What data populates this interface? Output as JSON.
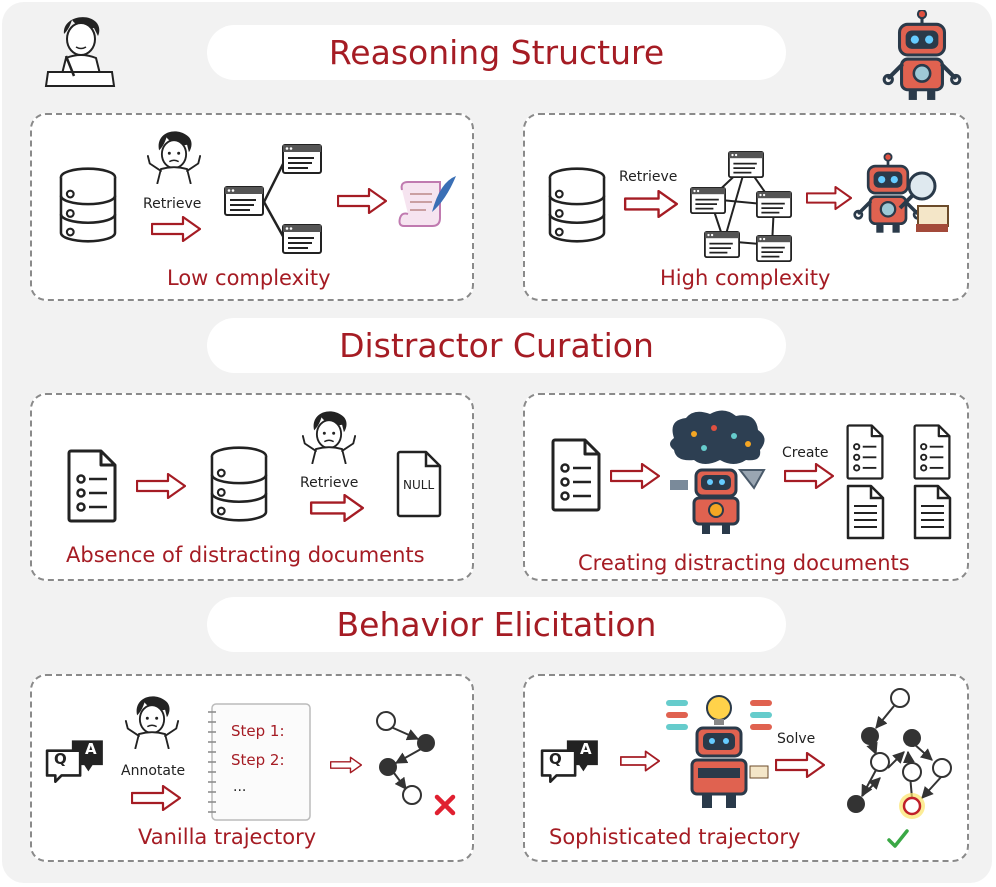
{
  "colors": {
    "accent": "#a51c24",
    "panel_bg": "#f2f2f2",
    "node_dark": "#333333"
  },
  "sections": [
    {
      "title": "Reasoning Structure",
      "left": {
        "caption": "Low complexity",
        "label": "Retrieve"
      },
      "right": {
        "caption": "High complexity",
        "label": "Retrieve"
      }
    },
    {
      "title": "Distractor Curation",
      "left": {
        "caption": "Absence of distracting documents",
        "label": "Retrieve",
        "null_label": "NULL"
      },
      "right": {
        "caption": "Creating distracting documents",
        "label": "Create"
      }
    },
    {
      "title": "Behavior Elicitation",
      "left": {
        "caption": "Vanilla trajectory",
        "label": "Annotate",
        "q": "Q",
        "a": "A",
        "step1": "Step 1:",
        "step2": "Step 2:",
        "ellipsis": "..."
      },
      "right": {
        "caption": "Sophisticated  trajectory",
        "label": "Solve",
        "q": "Q",
        "a": "A"
      }
    }
  ],
  "icons": [
    "person-writing-icon",
    "robot-icon",
    "database-icon",
    "shrug-person-icon",
    "webpage-icon",
    "scroll-quill-icon",
    "robot-magnifier-icon",
    "document-icon",
    "null-document-icon",
    "robot-machine-icon",
    "qa-chat-icon",
    "notepad-icon",
    "graph-icon",
    "cross-icon",
    "check-icon",
    "robot-lightbulb-icon"
  ]
}
